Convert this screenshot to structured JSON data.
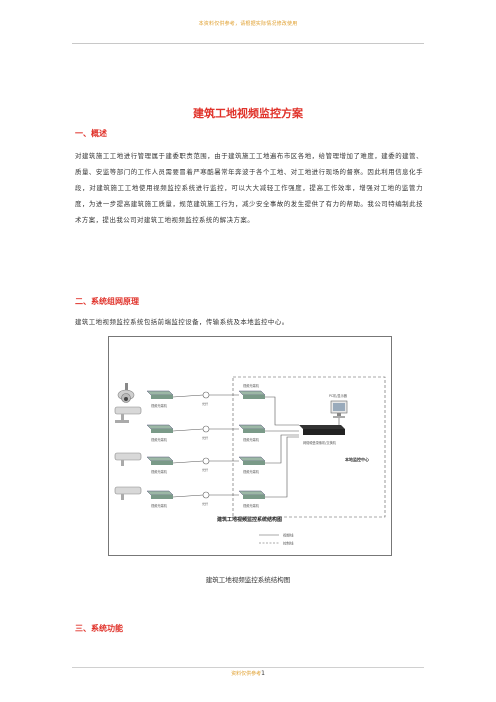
{
  "header_text": "本资料仅供参考，请根据实际情况修改使用",
  "title": "建筑工地视频监控方案",
  "sections": [
    {
      "heading": "一、概述",
      "paragraph": "对建筑施工工地进行管理属于建委职责范围，由于建筑施工工地遍布市区各地，给管理增加了难度，建委的建管、质量、安监等部门的工作人员需要冒着严寒酷暑常年奔波于各个工地、对工地进行现场的督察。因此利用信息化手段，对建筑施工工地使用视频监控系统进行监控，可以大大减轻工作强度，提高工作效率，增强对工地的监管力度，为进一步提高建筑施工质量，规范建筑施工行为，减少安全事故的发生提供了有力的帮助。我公司特编制此技术方案，提出我公司对建筑工地视频监控系统的解决方案。"
    },
    {
      "heading": "二、系统组网原理",
      "paragraph": "建筑工地视频监控系统包括前端监控设备，传输系统及本地监控中心。"
    },
    {
      "heading": "三、系统功能"
    }
  ],
  "figure": {
    "caption": "建筑工地视频监控系统结构图",
    "diagram_title": "建筑工地视频监控系统结构图",
    "center_label": "本地监控中心",
    "pc_label": "PC机/显示器",
    "switch_label": "网络硬盘录像机/交换机",
    "encoder_label": "视频光端机",
    "receiver_label": "视频光端机",
    "node_label": "光纤",
    "legend": [
      {
        "label": "视频线"
      },
      {
        "label": "控制线"
      }
    ]
  },
  "footer": {
    "text": "资料仅供参考",
    "page_number": "1"
  }
}
